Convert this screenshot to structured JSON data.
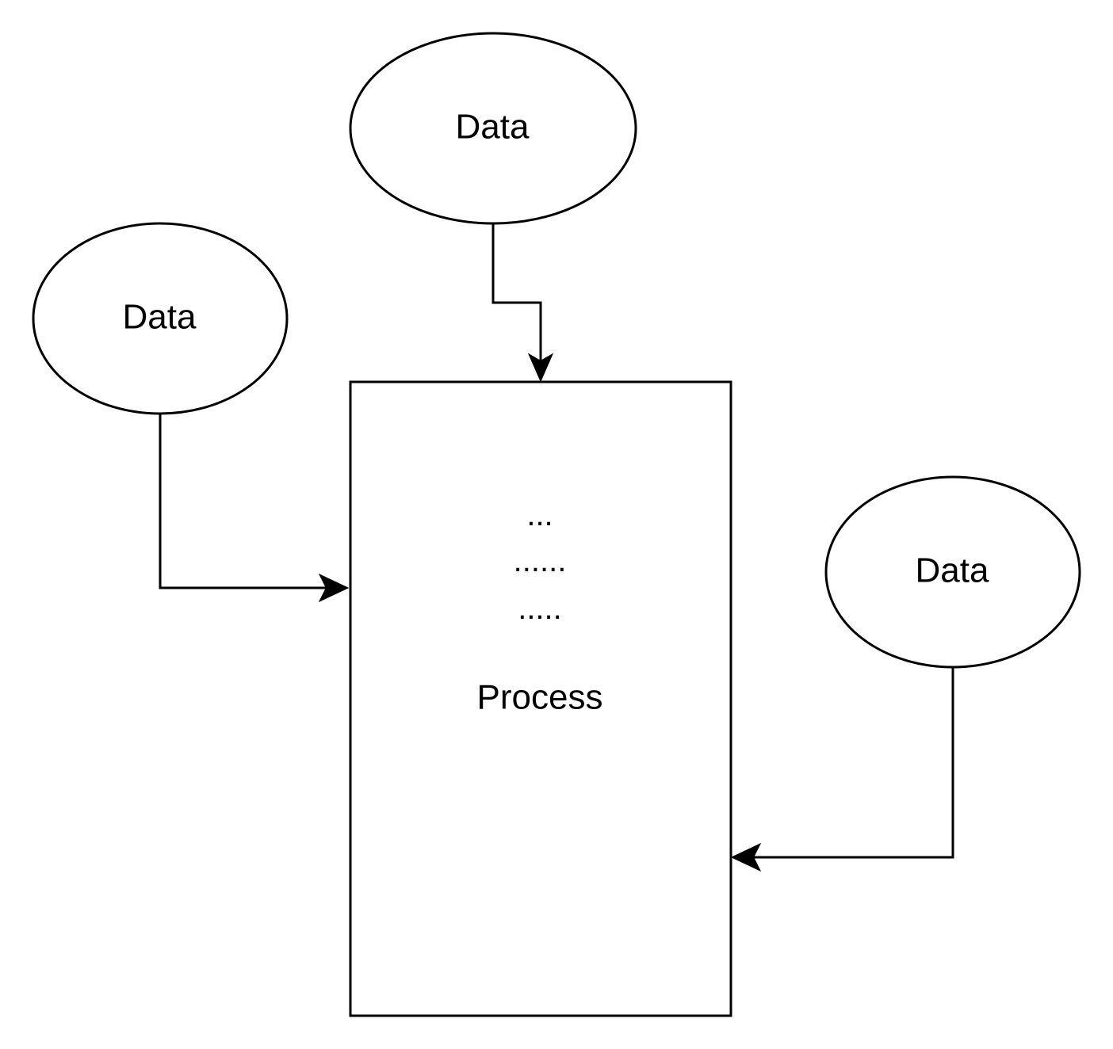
{
  "nodes": {
    "data_top": {
      "label": "Data"
    },
    "data_left": {
      "label": "Data"
    },
    "data_right": {
      "label": "Data"
    },
    "process": {
      "lines": [
        "...",
        "......",
        "....."
      ],
      "label": "Process"
    }
  },
  "edges": [
    {
      "from": "data_top",
      "to": "process"
    },
    {
      "from": "data_left",
      "to": "process"
    },
    {
      "from": "data_right",
      "to": "process"
    }
  ]
}
